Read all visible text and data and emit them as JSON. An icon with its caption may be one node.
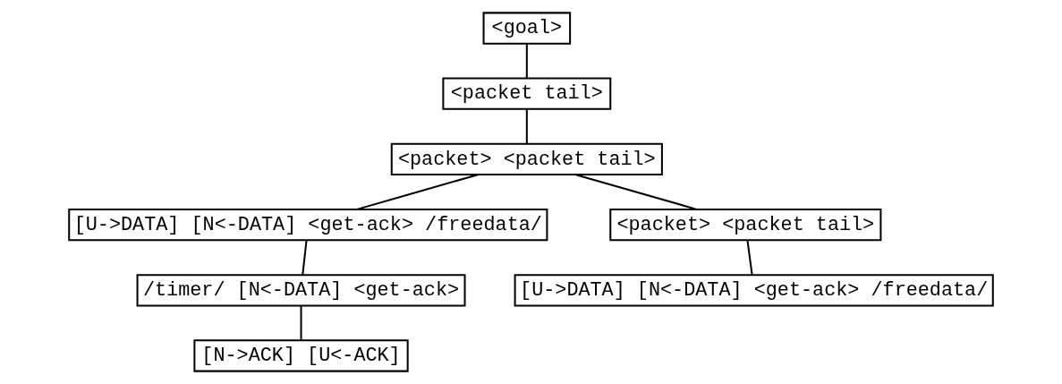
{
  "diagram": {
    "nodes": [
      {
        "text": [
          "<goal>"
        ]
      },
      {
        "text": [
          "<packet tail>"
        ]
      },
      {
        "text": [
          "<packet> <packet tail>"
        ]
      },
      {
        "text": [
          "[U->DATA] [N<-DATA] <get-ack> /freedata/"
        ]
      },
      {
        "text": [
          "<packet> <packet tail>"
        ]
      },
      {
        "text": [
          "/timer/ [N<-DATA] <get-ack>"
        ]
      },
      {
        "text": [
          "[U->DATA] [N<-DATA] <get-ack> /freedata/"
        ]
      },
      {
        "text": [
          "[N->ACK] [U<-ACK]"
        ]
      }
    ],
    "edges": [
      {
        "from": 0,
        "to": 1,
        "arrow": "none"
      },
      {
        "from": 1,
        "to": 2,
        "arrow": "none"
      },
      {
        "from": 2,
        "to": 3,
        "arrow": "none"
      },
      {
        "from": 2,
        "to": 4,
        "arrow": "none"
      },
      {
        "from": 3,
        "to": 5,
        "arrow": "none"
      },
      {
        "from": 4,
        "to": 6,
        "arrow": "none"
      },
      {
        "from": 5,
        "to": 7,
        "arrow": "none"
      }
    ]
  }
}
